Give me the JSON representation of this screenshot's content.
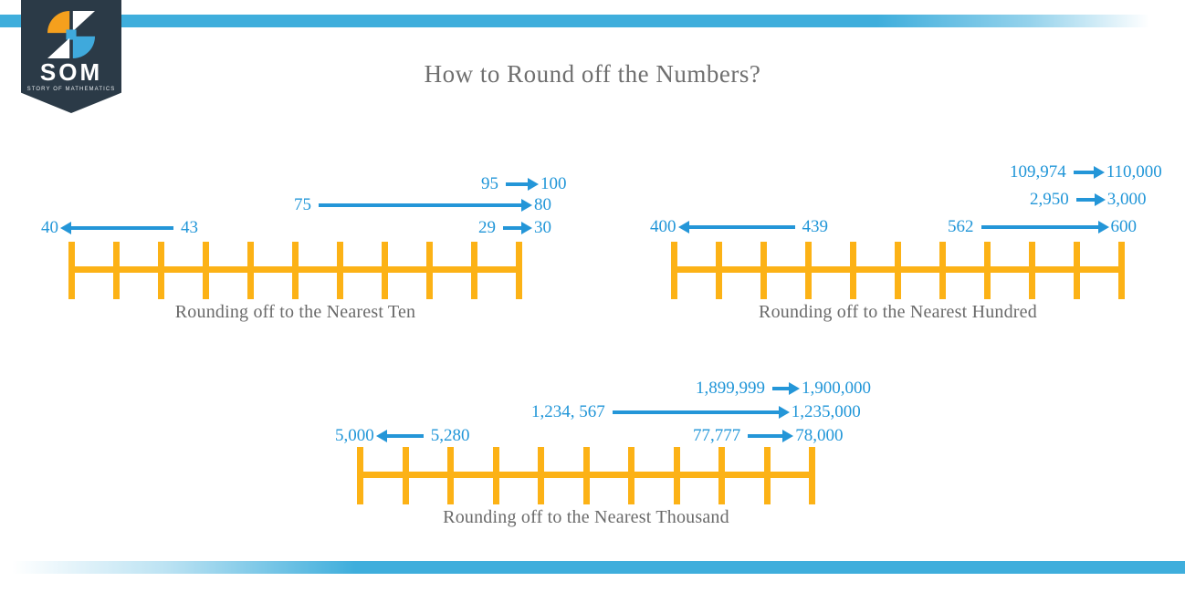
{
  "title": "How to Round off the Numbers?",
  "logo": {
    "name": "SOM",
    "tagline": "STORY OF MATHEMATICS"
  },
  "colors": {
    "accent_blue": "#3FAEDC",
    "annotation_blue": "#2196D8",
    "line_orange": "#FCB216",
    "badge_navy": "#2B3A47",
    "title_gray": "#6F6F6F",
    "caption_gray": "#6A6A6A"
  },
  "number_lines": [
    {
      "id": "ten",
      "caption": "Rounding off to the Nearest Ten",
      "tick_count": 11,
      "examples": [
        {
          "from": "95",
          "to": "100",
          "direction": "right"
        },
        {
          "from": "75",
          "to": "80",
          "direction": "right"
        },
        {
          "from": "43",
          "to": "40",
          "direction": "left"
        },
        {
          "from": "29",
          "to": "30",
          "direction": "right"
        }
      ]
    },
    {
      "id": "hundred",
      "caption": "Rounding off to the Nearest Hundred",
      "tick_count": 11,
      "examples": [
        {
          "from": "109,974",
          "to": "110,000",
          "direction": "right"
        },
        {
          "from": "2,950",
          "to": "3,000",
          "direction": "right"
        },
        {
          "from": "439",
          "to": "400",
          "direction": "left"
        },
        {
          "from": "562",
          "to": "600",
          "direction": "right"
        }
      ]
    },
    {
      "id": "thousand",
      "caption": "Rounding off to the Nearest Thousand",
      "tick_count": 11,
      "examples": [
        {
          "from": "1,899,999",
          "to": "1,900,000",
          "direction": "right"
        },
        {
          "from": "1,234, 567",
          "to": "1,235,000",
          "direction": "right"
        },
        {
          "from": "5,280",
          "to": "5,000",
          "direction": "left"
        },
        {
          "from": "77,777",
          "to": "78,000",
          "direction": "right"
        }
      ]
    }
  ]
}
